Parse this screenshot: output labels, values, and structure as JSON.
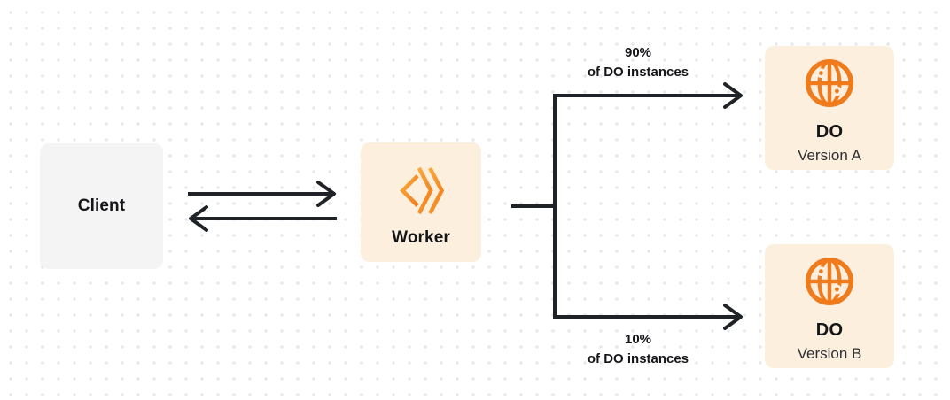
{
  "nodes": {
    "client": {
      "label": "Client"
    },
    "worker": {
      "label": "Worker",
      "icon": "cloudflare-workers-logo-icon"
    },
    "do_version_a": {
      "title": "DO",
      "subtitle": "Version A",
      "icon": "globe-icon"
    },
    "do_version_b": {
      "title": "DO",
      "subtitle": "Version B",
      "icon": "globe-icon"
    }
  },
  "edge_labels": {
    "top": {
      "line1": "90%",
      "line2": "of DO instances"
    },
    "bottom": {
      "line1": "10%",
      "line2": "of DO instances"
    }
  },
  "colors": {
    "line": "#1f2327",
    "ink": "#141518",
    "ink_soft": "#2d2f33",
    "node_gray": "#f4f4f5",
    "node_cream": "#fcefde",
    "orange": "#f6821f",
    "orange_deep": "#ef7b1c",
    "dot_grid": "#e7e7e9",
    "canvas_bg": "#ffffff"
  }
}
